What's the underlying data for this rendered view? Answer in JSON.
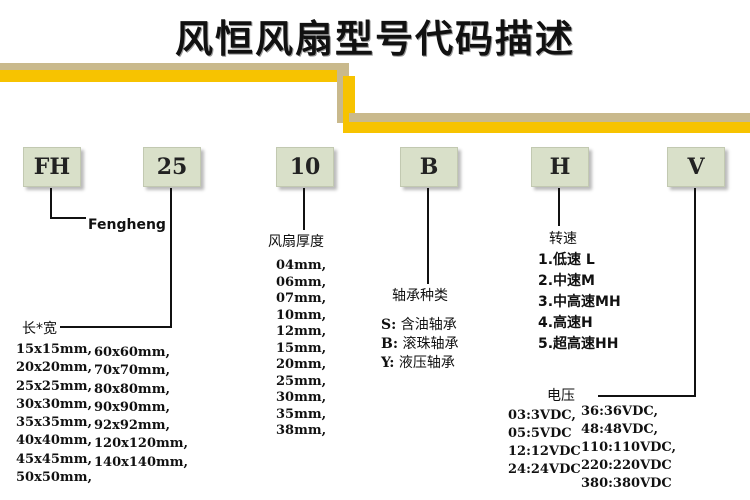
{
  "title": "风恒风扇型号代码描述",
  "codes": {
    "fh": "FH",
    "size": "25",
    "thickness": "10",
    "bearing": "B",
    "speed": "H",
    "voltage": "V"
  },
  "brand": "Fengheng",
  "size_label": "长*宽",
  "sizes_col1": [
    "15x15mm,",
    "20x20mm,",
    "25x25mm,",
    "30x30mm,",
    "35x35mm,",
    "40x40mm,",
    "45x45mm,",
    "50x50mm,"
  ],
  "sizes_col2": [
    "60x60mm,",
    "70x70mm,",
    "80x80mm,",
    "90x90mm,",
    "92x92mm,",
    "120x120mm,",
    "140x140mm,"
  ],
  "thickness_label": "风扇厚度",
  "thicknesses": [
    "04mm,",
    "06mm,",
    "07mm,",
    "10mm,",
    "12mm,",
    "15mm,",
    "20mm,",
    "25mm,",
    "30mm,",
    "35mm,",
    "38mm,"
  ],
  "bearing_label": "轴承种类",
  "bearings": [
    {
      "key": "S:",
      "text": "含油轴承"
    },
    {
      "key": "B:",
      "text": "滚珠轴承"
    },
    {
      "key": "Y:",
      "text": "液压轴承"
    }
  ],
  "speed_label": "转速",
  "speeds": [
    "1.低速 L",
    "2.中速M",
    "3.中高速MH",
    "4.高速H",
    "5.超高速HH"
  ],
  "voltage_label": "电压",
  "voltages_col1": [
    "03:3VDC,",
    "05:5VDC",
    "12:12VDC",
    "24:24VDC"
  ],
  "voltages_col2": [
    "36:36VDC,",
    "48:48VDC,",
    "110:110VDC,",
    "220:220VDC",
    "380:380VDC"
  ],
  "colors": {
    "gold_band": "#f7c300",
    "gray_band": "#c9b98c",
    "code_box": "#d9e0c9"
  }
}
